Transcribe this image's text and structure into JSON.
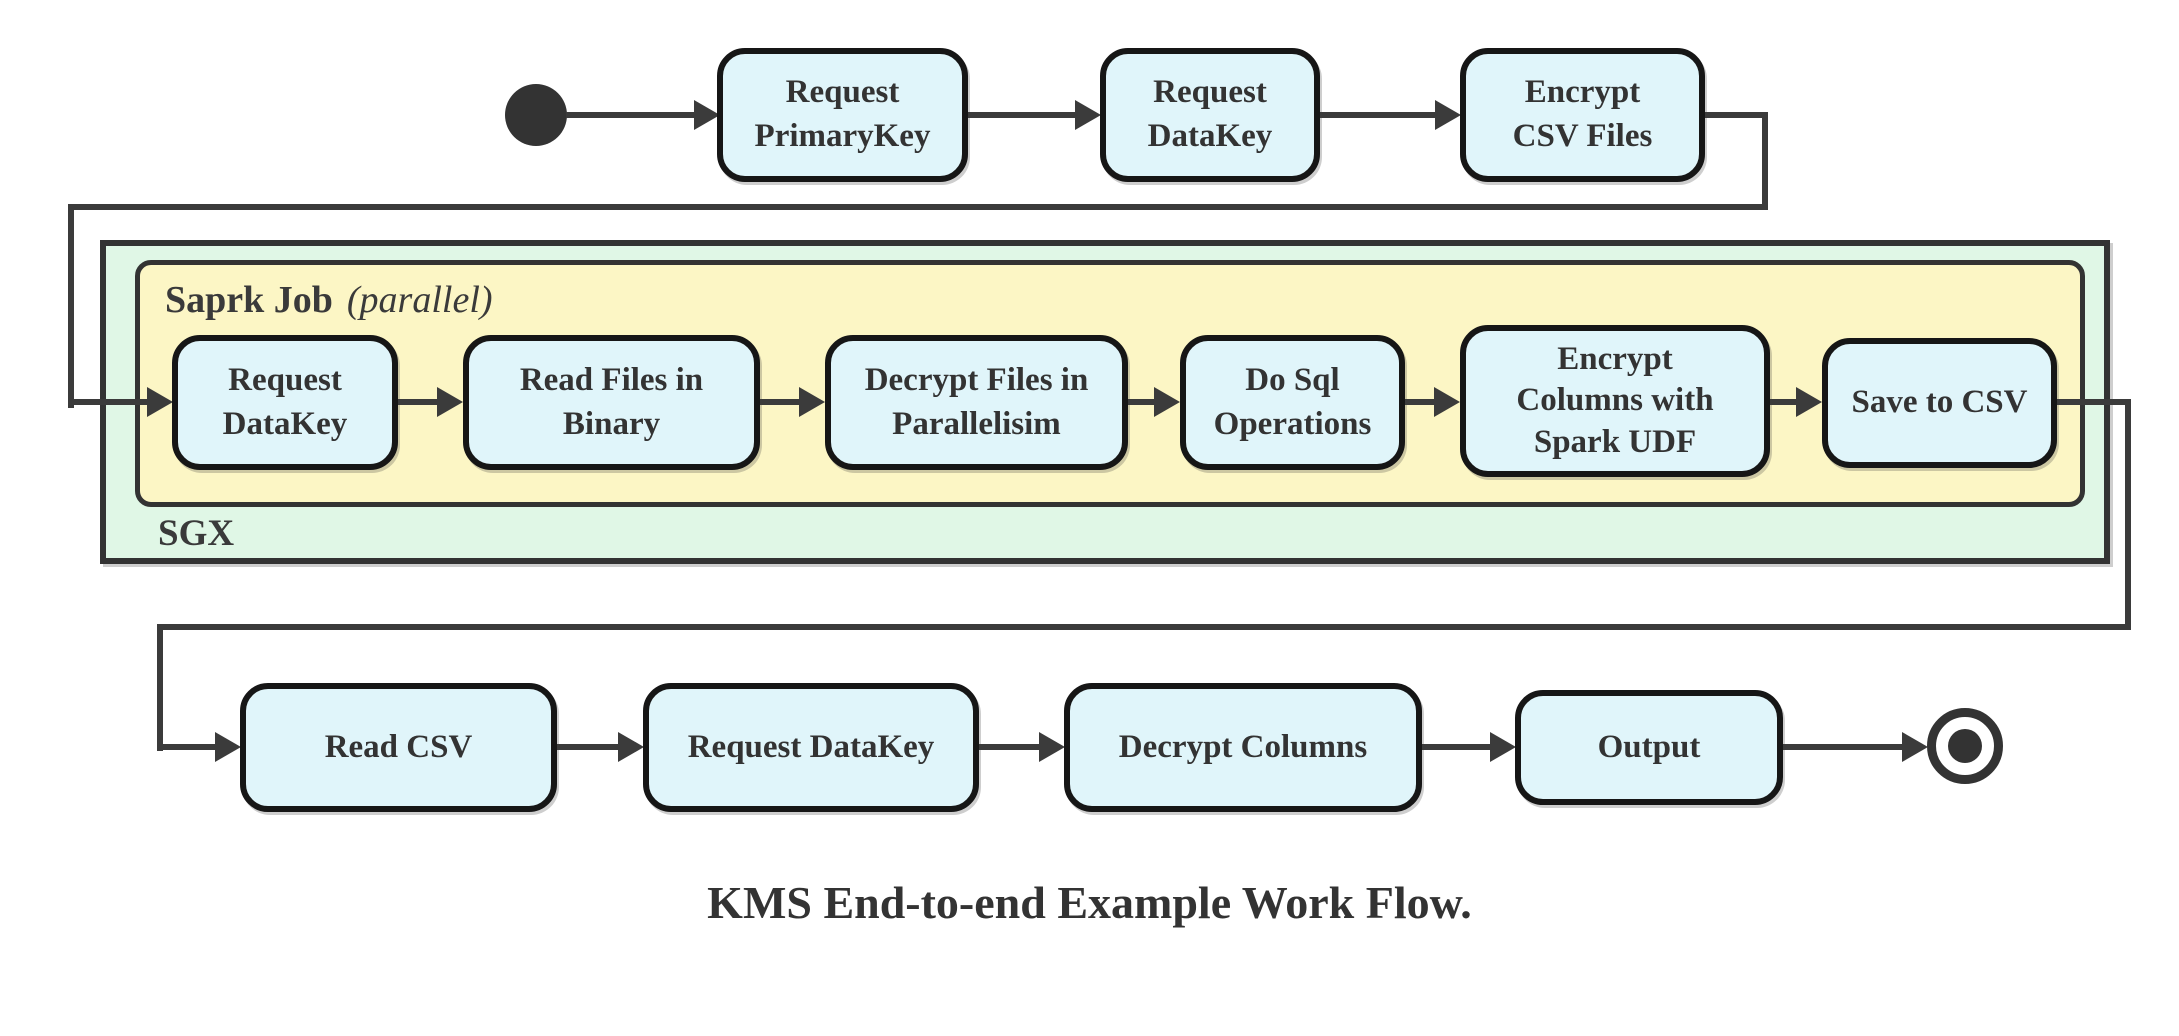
{
  "colors": {
    "node_fill": "#e0f5fa",
    "node_border": "#161616",
    "sgx_container_fill": "#e0f7e6",
    "spark_container_fill": "#fcf6c5",
    "container_border": "#333333",
    "connector": "#3b3b3b",
    "text": "#333333",
    "start_node_fill": "#333333",
    "end_node_fill": "#333333"
  },
  "flow": {
    "start_node": "initial-state",
    "end_node": "final-state",
    "top_row": [
      {
        "label": "Request\nPrimaryKey"
      },
      {
        "label": "Request\nDataKey"
      },
      {
        "label": "Encrypt\nCSV Files"
      }
    ],
    "sgx": {
      "label": "SGX",
      "spark": {
        "label": "Saprk Job",
        "suffix": "(parallel)",
        "nodes": [
          {
            "label": "Request\nDataKey"
          },
          {
            "label": "Read Files in\nBinary"
          },
          {
            "label": "Decrypt Files in\nParallelisim"
          },
          {
            "label": "Do Sql\nOperations"
          },
          {
            "label": "Encrypt\nColumns with\nSpark UDF"
          },
          {
            "label": "Save to CSV"
          }
        ]
      }
    },
    "bottom_row": [
      {
        "label": "Read CSV"
      },
      {
        "label": "Request DataKey"
      },
      {
        "label": "Decrypt Columns"
      },
      {
        "label": "Output"
      }
    ],
    "caption": "KMS End-to-end Example Work Flow."
  }
}
